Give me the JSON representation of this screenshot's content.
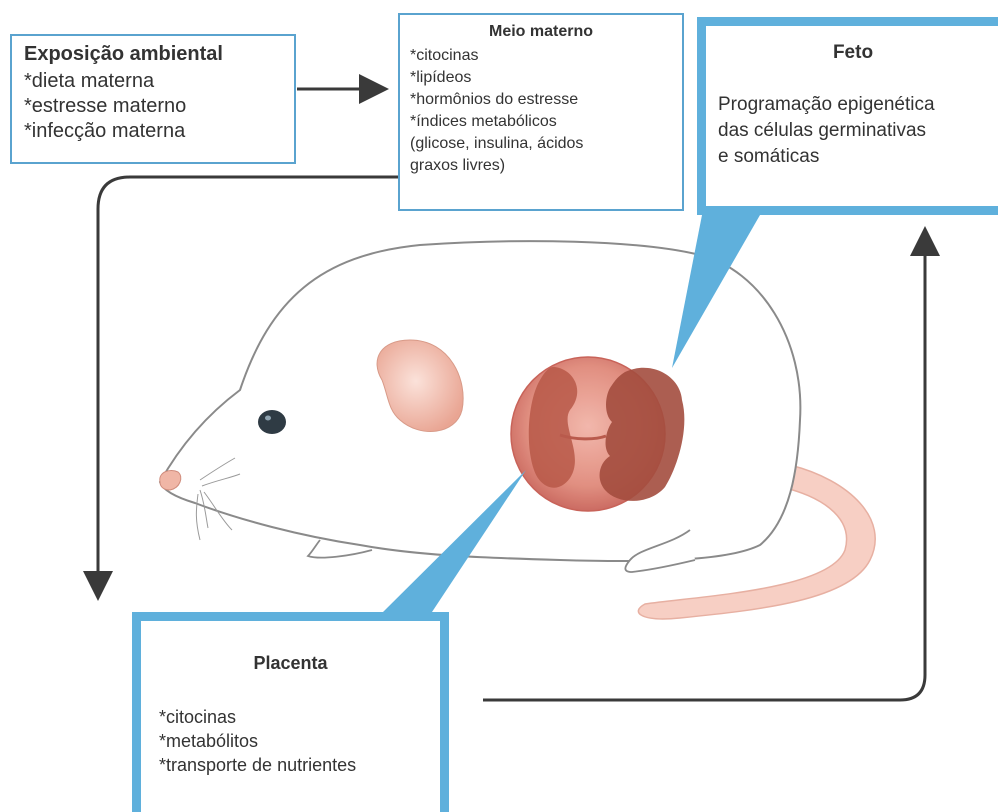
{
  "exposure": {
    "title": "Exposição ambiental",
    "items": [
      "*dieta materna",
      "*estresse materno",
      "*infecção materna"
    ]
  },
  "maternal_environment": {
    "title": "Meio materno",
    "items": [
      "*citocinas",
      "*lipídeos",
      "*hormônios do estresse",
      "*índices metabólicos",
      "(glicose, insulina, ácidos",
      "graxos livres)"
    ]
  },
  "fetus": {
    "title": "Feto",
    "items": [
      "Programação epigenética",
      "das células germinativas",
      "e somáticas"
    ]
  },
  "placenta": {
    "title": "Placenta",
    "items": [
      "*citocinas",
      "*metabólitos",
      "*transporte de  nutrientes"
    ]
  },
  "colors": {
    "box_border": "#5fb0dc",
    "arrow": "#3a3a3a",
    "mouse_outline": "#8a8a8a",
    "uterus": "#e07a6a",
    "tail": "#f7c9bd"
  }
}
